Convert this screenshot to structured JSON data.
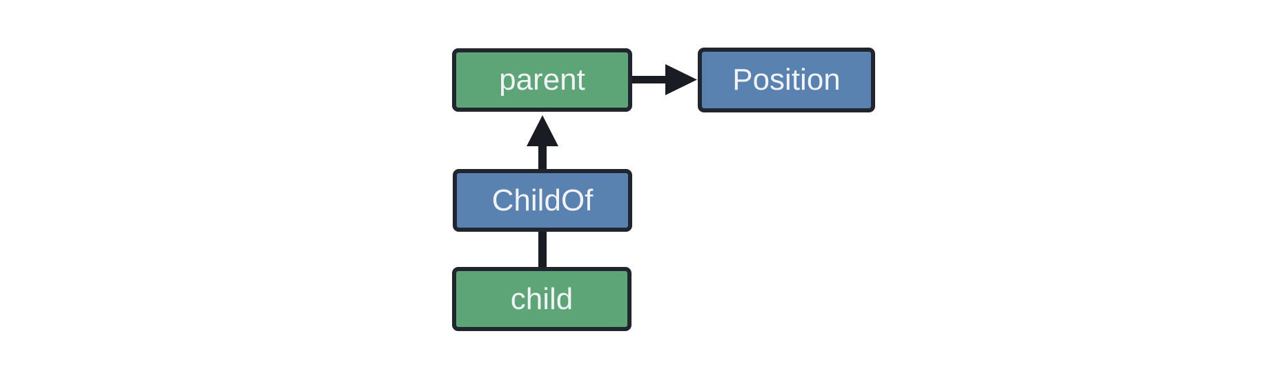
{
  "diagram": {
    "nodes": [
      {
        "id": "parent",
        "label": "parent",
        "fill": "green"
      },
      {
        "id": "position",
        "label": "Position",
        "fill": "blue"
      },
      {
        "id": "childof",
        "label": "ChildOf",
        "fill": "blue"
      },
      {
        "id": "child",
        "label": "child",
        "fill": "green"
      }
    ],
    "edges": [
      {
        "from": "parent",
        "to": "Position",
        "style": "arrow"
      },
      {
        "from": "ChildOf",
        "to": "parent",
        "style": "arrow"
      },
      {
        "from": "child",
        "to": "ChildOf",
        "style": "line"
      }
    ]
  },
  "colors": {
    "node-green": "#5da577",
    "node-blue": "#5a82b0",
    "node-border": "#21252e",
    "edge": "#191c22",
    "node-text": "#f1f3f6",
    "background": "#ffffff"
  }
}
